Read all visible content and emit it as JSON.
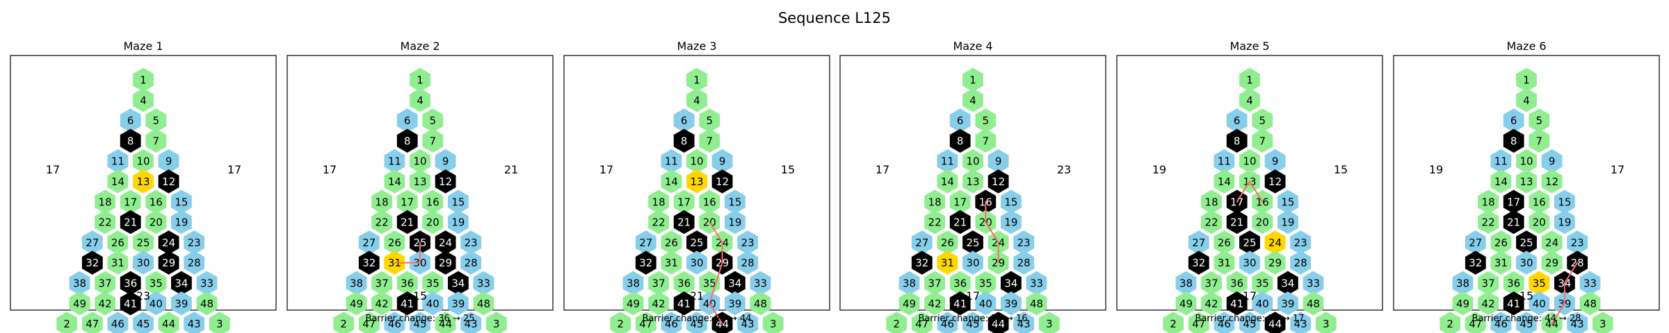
{
  "title": "Sequence L125",
  "colors": {
    "green": "#90ee90",
    "blue": "#87ceeb",
    "black": "#000000",
    "gold": "#ffd700",
    "path": "#ff6b6b",
    "frame": "#000000"
  },
  "mazes": [
    {
      "title": "Maze 1",
      "left_value": "17",
      "right_value": "17",
      "bottom_value": "23",
      "caption": "",
      "black": [
        8,
        12,
        21,
        24,
        29,
        32,
        34,
        36,
        41
      ],
      "gold": [
        13
      ],
      "path": []
    },
    {
      "title": "Maze 2",
      "left_value": "17",
      "right_value": "21",
      "bottom_value": "15",
      "caption": "Barrier change: 36 → 25",
      "black": [
        8,
        12,
        21,
        24,
        25,
        29,
        32,
        34,
        41
      ],
      "gold": [
        31
      ],
      "path": [
        31,
        30,
        25
      ]
    },
    {
      "title": "Maze 3",
      "left_value": "17",
      "right_value": "15",
      "bottom_value": "21",
      "caption": "Barrier change: 24 → 44",
      "black": [
        8,
        12,
        21,
        25,
        29,
        32,
        34,
        41,
        44
      ],
      "gold": [
        13
      ],
      "path": [
        20,
        24,
        29,
        40,
        44
      ]
    },
    {
      "title": "Maze 4",
      "left_value": "17",
      "right_value": "23",
      "bottom_value": "17",
      "caption": "Barrier change: 29 → 16",
      "black": [
        8,
        12,
        16,
        21,
        25,
        32,
        34,
        41,
        44
      ],
      "gold": [
        31
      ],
      "path": [
        16,
        20,
        24,
        29
      ]
    },
    {
      "title": "Maze 5",
      "left_value": "19",
      "right_value": "15",
      "bottom_value": "17",
      "caption": "Barrier change: 16 → 17",
      "black": [
        8,
        12,
        17,
        21,
        25,
        32,
        34,
        41,
        44
      ],
      "gold": [
        24
      ],
      "path": [
        17,
        13,
        16
      ]
    },
    {
      "title": "Maze 6",
      "left_value": "19",
      "right_value": "17",
      "bottom_value": "15",
      "caption": "Barrier change: 44 → 28",
      "black": [
        8,
        17,
        21,
        25,
        28,
        32,
        34,
        41
      ],
      "gold": [
        35
      ],
      "path": [
        44,
        39,
        34,
        28
      ]
    }
  ]
}
